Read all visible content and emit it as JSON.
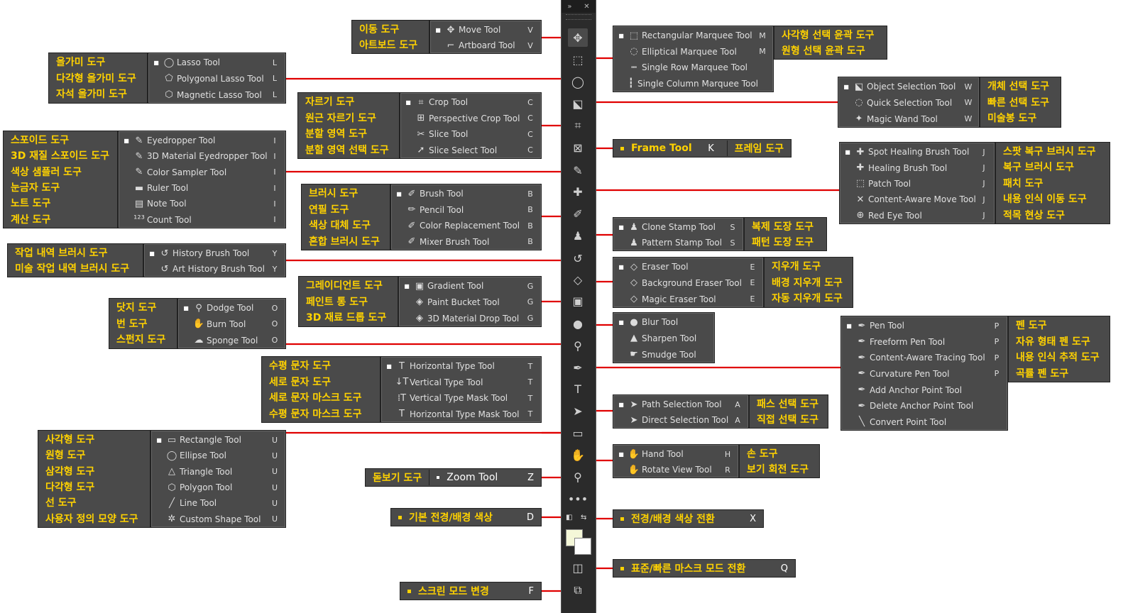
{
  "toolbar": {
    "collapse": "»",
    "close": "✕",
    "icons": [
      {
        "name": "move-icon",
        "glyph": "✥"
      },
      {
        "name": "marquee-icon",
        "glyph": "⬚"
      },
      {
        "name": "lasso-icon",
        "glyph": "◯"
      },
      {
        "name": "object-select-icon",
        "glyph": "⬕"
      },
      {
        "name": "crop-icon",
        "glyph": "⌗"
      },
      {
        "name": "frame-icon",
        "glyph": "⊠"
      },
      {
        "name": "eyedropper-icon",
        "glyph": "✎"
      },
      {
        "name": "healing-icon",
        "glyph": "✚"
      },
      {
        "name": "brush-icon",
        "glyph": "✐"
      },
      {
        "name": "stamp-icon",
        "glyph": "♟"
      },
      {
        "name": "history-brush-icon",
        "glyph": "↺"
      },
      {
        "name": "eraser-icon",
        "glyph": "◇"
      },
      {
        "name": "gradient-icon",
        "glyph": "▣"
      },
      {
        "name": "blur-icon",
        "glyph": "●"
      },
      {
        "name": "dodge-icon",
        "glyph": "⚲"
      },
      {
        "name": "pen-icon",
        "glyph": "✒"
      },
      {
        "name": "type-icon",
        "glyph": "T"
      },
      {
        "name": "path-select-icon",
        "glyph": "➤"
      },
      {
        "name": "rectangle-icon",
        "glyph": "▭"
      },
      {
        "name": "hand-icon",
        "glyph": "✋"
      },
      {
        "name": "zoom-icon",
        "glyph": "⚲"
      },
      {
        "name": "more-icon",
        "glyph": "•••"
      }
    ]
  },
  "left_groups": [
    {
      "id": "move",
      "kor": [
        "이동 도구",
        "아트보드 도구"
      ],
      "tools": [
        {
          "icon": "✥",
          "label": "Move Tool",
          "key": "V",
          "active": true
        },
        {
          "icon": "⌐",
          "label": "Artboard Tool",
          "key": "V",
          "active": false
        }
      ]
    },
    {
      "id": "lasso",
      "kor": [
        "올가미 도구",
        "다각형 올가미 도구",
        "자석 올가미 도구"
      ],
      "tools": [
        {
          "icon": "◯",
          "label": "Lasso Tool",
          "key": "L",
          "active": true
        },
        {
          "icon": "⬠",
          "label": "Polygonal Lasso Tool",
          "key": "L",
          "active": false
        },
        {
          "icon": "⬡",
          "label": "Magnetic Lasso Tool",
          "key": "L",
          "active": false
        }
      ]
    },
    {
      "id": "crop",
      "kor": [
        "자르기 도구",
        "원근 자르기 도구",
        "분할 영역 도구",
        "분할 영역 선택 도구"
      ],
      "tools": [
        {
          "icon": "⌗",
          "label": "Crop Tool",
          "key": "C",
          "active": true
        },
        {
          "icon": "⊞",
          "label": "Perspective Crop Tool",
          "key": "C",
          "active": false
        },
        {
          "icon": "✂",
          "label": "Slice Tool",
          "key": "C",
          "active": false
        },
        {
          "icon": "➚",
          "label": "Slice Select Tool",
          "key": "C",
          "active": false
        }
      ]
    },
    {
      "id": "eyedropper",
      "kor": [
        "스포이드 도구",
        "3D 재질 스포이드 도구",
        "색상 샘플러 도구",
        "눈금자 도구",
        "노트 도구",
        "계산 도구"
      ],
      "tools": [
        {
          "icon": "✎",
          "label": "Eyedropper Tool",
          "key": "I",
          "active": true
        },
        {
          "icon": "✎",
          "label": "3D Material Eyedropper Tool",
          "key": "I",
          "active": false
        },
        {
          "icon": "✎",
          "label": "Color Sampler Tool",
          "key": "I",
          "active": false
        },
        {
          "icon": "▬",
          "label": "Ruler Tool",
          "key": "I",
          "active": false
        },
        {
          "icon": "▤",
          "label": "Note Tool",
          "key": "I",
          "active": false
        },
        {
          "icon": "¹²³",
          "label": "Count Tool",
          "key": "I",
          "active": false
        }
      ]
    },
    {
      "id": "brush",
      "kor": [
        "브러시 도구",
        "연필 도구",
        "색상 대체 도구",
        "혼합 브러시 도구"
      ],
      "tools": [
        {
          "icon": "✐",
          "label": "Brush Tool",
          "key": "B",
          "active": true
        },
        {
          "icon": "✏",
          "label": "Pencil Tool",
          "key": "B",
          "active": false
        },
        {
          "icon": "✐",
          "label": "Color Replacement Tool",
          "key": "B",
          "active": false
        },
        {
          "icon": "✐",
          "label": "Mixer Brush Tool",
          "key": "B",
          "active": false
        }
      ]
    },
    {
      "id": "history",
      "kor": [
        "작업 내역 브러시 도구",
        "미술 작업 내역 브러시 도구"
      ],
      "tools": [
        {
          "icon": "↺",
          "label": "History Brush Tool",
          "key": "Y",
          "active": true
        },
        {
          "icon": "↺",
          "label": "Art History Brush Tool",
          "key": "Y",
          "active": false
        }
      ]
    },
    {
      "id": "gradient",
      "kor": [
        "그레이디언트 도구",
        "페인트 통 도구",
        "3D 재료 드롭 도구"
      ],
      "tools": [
        {
          "icon": "▣",
          "label": "Gradient Tool",
          "key": "G",
          "active": true
        },
        {
          "icon": "◈",
          "label": "Paint Bucket Tool",
          "key": "G",
          "active": false
        },
        {
          "icon": "◈",
          "label": "3D Material Drop Tool",
          "key": "G",
          "active": false
        }
      ]
    },
    {
      "id": "dodge",
      "kor": [
        "닷지 도구",
        "번 도구",
        "스펀지 도구"
      ],
      "tools": [
        {
          "icon": "⚲",
          "label": "Dodge Tool",
          "key": "O",
          "active": true
        },
        {
          "icon": "✋",
          "label": "Burn Tool",
          "key": "O",
          "active": false
        },
        {
          "icon": "☁",
          "label": "Sponge Tool",
          "key": "O",
          "active": false
        }
      ]
    },
    {
      "id": "type",
      "kor": [
        "수평 문자 도구",
        "세로 문자 도구",
        "세로 문자 마스크 도구",
        "수평 문자 마스크 도구"
      ],
      "tools": [
        {
          "icon": "T",
          "label": "Horizontal Type Tool",
          "key": "T",
          "active": true
        },
        {
          "icon": "↓T",
          "label": "Vertical Type Tool",
          "key": "T",
          "active": false
        },
        {
          "icon": "⁞T",
          "label": "Vertical Type Mask Tool",
          "key": "T",
          "active": false
        },
        {
          "icon": "T",
          "label": "Horizontal Type Mask Tool",
          "key": "T",
          "active": false
        }
      ]
    },
    {
      "id": "shape",
      "kor": [
        "사각형 도구",
        "원형 도구",
        "삼각형 도구",
        "다각형 도구",
        "선 도구",
        "사용자 정의 모양 도구"
      ],
      "tools": [
        {
          "icon": "▭",
          "label": "Rectangle Tool",
          "key": "U",
          "active": true
        },
        {
          "icon": "◯",
          "label": "Ellipse Tool",
          "key": "U",
          "active": false
        },
        {
          "icon": "△",
          "label": "Triangle Tool",
          "key": "U",
          "active": false
        },
        {
          "icon": "⬡",
          "label": "Polygon Tool",
          "key": "U",
          "active": false
        },
        {
          "icon": "╱",
          "label": "Line Tool",
          "key": "U",
          "active": false
        },
        {
          "icon": "✲",
          "label": "Custom Shape Tool",
          "key": "U",
          "active": false
        }
      ]
    }
  ],
  "right_groups": [
    {
      "id": "marquee",
      "kor": [
        "사각형 선택 윤곽 도구",
        "원형 선택 윤곽 도구"
      ],
      "tools": [
        {
          "icon": "⬚",
          "label": "Rectangular Marquee Tool",
          "key": "M",
          "active": true
        },
        {
          "icon": "◌",
          "label": "Elliptical Marquee Tool",
          "key": "M",
          "active": false
        },
        {
          "icon": "┅",
          "label": "Single Row Marquee Tool",
          "key": "",
          "active": false
        },
        {
          "icon": "┇",
          "label": "Single Column Marquee Tool",
          "key": "",
          "active": false
        }
      ]
    },
    {
      "id": "objsel",
      "kor": [
        "개체 선택 도구",
        "빠른 선택 도구",
        "미술봉 도구"
      ],
      "tools": [
        {
          "icon": "⬕",
          "label": "Object Selection Tool",
          "key": "W",
          "active": true
        },
        {
          "icon": "◌",
          "label": "Quick Selection Tool",
          "key": "W",
          "active": false
        },
        {
          "icon": "✦",
          "label": "Magic Wand Tool",
          "key": "W",
          "active": false
        }
      ]
    },
    {
      "id": "healing",
      "kor": [
        "스팟 복구 브러시 도구",
        "복구 브러시 도구",
        "패치 도구",
        "내용 인식 이동 도구",
        "적목 현상 도구"
      ],
      "tools": [
        {
          "icon": "✚",
          "label": "Spot Healing Brush Tool",
          "key": "J",
          "active": true
        },
        {
          "icon": "✚",
          "label": "Healing Brush Tool",
          "key": "J",
          "active": false
        },
        {
          "icon": "⬚",
          "label": "Patch Tool",
          "key": "J",
          "active": false
        },
        {
          "icon": "✕",
          "label": "Content-Aware Move Tool",
          "key": "J",
          "active": false
        },
        {
          "icon": "⊕",
          "label": "Red Eye Tool",
          "key": "J",
          "active": false
        }
      ]
    },
    {
      "id": "stamp",
      "kor": [
        "복제 도장 도구",
        "패턴 도장 도구"
      ],
      "tools": [
        {
          "icon": "♟",
          "label": "Clone Stamp Tool",
          "key": "S",
          "active": true
        },
        {
          "icon": "♟",
          "label": "Pattern Stamp Tool",
          "key": "S",
          "active": false
        }
      ]
    },
    {
      "id": "eraser",
      "kor": [
        "지우개 도구",
        "배경 지우개 도구",
        "자동 지우개 도구"
      ],
      "tools": [
        {
          "icon": "◇",
          "label": "Eraser Tool",
          "key": "E",
          "active": true
        },
        {
          "icon": "◇",
          "label": "Background Eraser Tool",
          "key": "E",
          "active": false
        },
        {
          "icon": "◇",
          "label": "Magic Eraser Tool",
          "key": "E",
          "active": false
        }
      ]
    },
    {
      "id": "blur",
      "kor": [],
      "tools": [
        {
          "icon": "●",
          "label": "Blur Tool",
          "key": "",
          "active": true
        },
        {
          "icon": "▲",
          "label": "Sharpen Tool",
          "key": "",
          "active": false
        },
        {
          "icon": "☛",
          "label": "Smudge Tool",
          "key": "",
          "active": false
        }
      ]
    },
    {
      "id": "pen",
      "kor": [
        "펜 도구",
        "자유 형태 펜 도구",
        "내용 인식 추적 도구",
        "곡률 펜 도구"
      ],
      "tools": [
        {
          "icon": "✒",
          "label": "Pen Tool",
          "key": "P",
          "active": true
        },
        {
          "icon": "✒",
          "label": "Freeform Pen Tool",
          "key": "P",
          "active": false
        },
        {
          "icon": "✒",
          "label": "Content-Aware Tracing Tool",
          "key": "P",
          "active": false
        },
        {
          "icon": "✒",
          "label": "Curvature Pen Tool",
          "key": "P",
          "active": false
        },
        {
          "icon": "✒",
          "label": "Add Anchor Point Tool",
          "key": "",
          "active": false
        },
        {
          "icon": "✒",
          "label": "Delete Anchor Point Tool",
          "key": "",
          "active": false
        },
        {
          "icon": "╲",
          "label": "Convert Point Tool",
          "key": "",
          "active": false
        }
      ]
    },
    {
      "id": "pathsel",
      "kor": [
        "패스 선택 도구",
        "직접 선택 도구"
      ],
      "tools": [
        {
          "icon": "➤",
          "label": "Path Selection Tool",
          "key": "A",
          "active": true
        },
        {
          "icon": "➤",
          "label": "Direct Selection Tool",
          "key": "A",
          "active": false
        }
      ]
    },
    {
      "id": "hand",
      "kor": [
        "손 도구",
        "보기 회전 도구"
      ],
      "tools": [
        {
          "icon": "✋",
          "label": "Hand Tool",
          "key": "H",
          "active": true
        },
        {
          "icon": "✋",
          "label": "Rotate View Tool",
          "key": "R",
          "active": false
        }
      ]
    }
  ],
  "singles": {
    "frame": {
      "label": "Frame Tool",
      "key": "K",
      "kor": "프레임 도구"
    },
    "zoom": {
      "kor": "돋보기 도구",
      "label": "Zoom Tool",
      "key": "Z"
    },
    "default_colors": {
      "label": "기본 전경/배경 색상",
      "key": "D"
    },
    "swap_colors": {
      "label": "전경/배경 색상 전환",
      "key": "X"
    },
    "quick_mask": {
      "label": "표준/빠른 마스크 모드 전환",
      "key": "Q"
    },
    "screen_mode": {
      "label": "스크린 모드 변경",
      "key": "F"
    }
  },
  "colors": {
    "line": "#e00000",
    "panel": "#4a4a4a",
    "accent": "#ffd200",
    "foreground_swatch": "#f4f7d8",
    "background_swatch": "#ffffff"
  }
}
